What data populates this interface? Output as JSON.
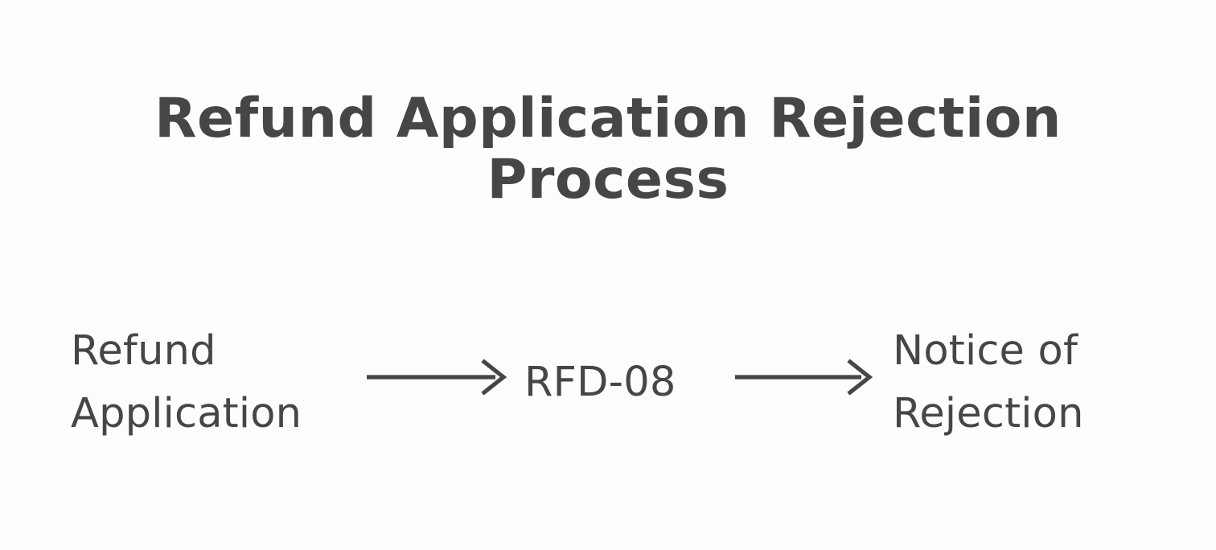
{
  "page": {
    "background_color": "#fdfdfd",
    "text_color": "#464646"
  },
  "title": {
    "text": "Refund Application Rejection\nProcess",
    "line_1": "Refund Application Rejection",
    "line_2": "Process"
  },
  "diagram": {
    "type": "flowchart",
    "orientation": "left-to-right",
    "nodes": [
      {
        "id": "refund-application",
        "label": "Refund\nApplication"
      },
      {
        "id": "rfd-08",
        "label": "RFD-08"
      },
      {
        "id": "notice-of-rejection",
        "label": "Notice of\nRejection"
      }
    ],
    "edges": [
      {
        "id": "edge-1",
        "from": "refund-application",
        "to": "rfd-08",
        "label": "",
        "style": "solid-arrow"
      },
      {
        "id": "edge-2",
        "from": "rfd-08",
        "to": "notice-of-rejection",
        "label": "",
        "style": "solid-arrow"
      }
    ],
    "arrow_color": "#464646"
  }
}
